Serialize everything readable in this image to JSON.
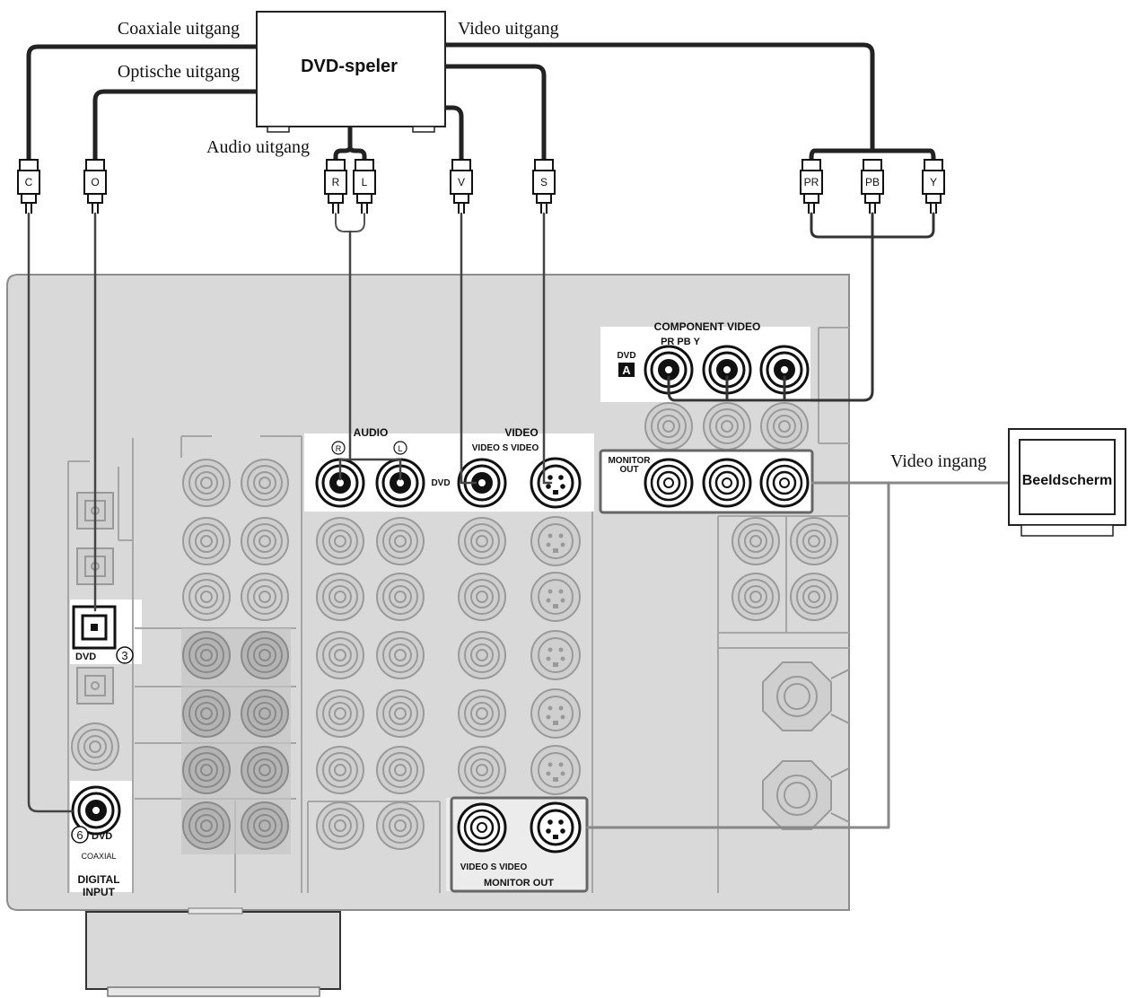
{
  "labels": {
    "coaxial_out": "Coaxiale uitgang",
    "optical_out": "Optische uitgang",
    "video_out": "Video uitgang",
    "audio_out": "Audio uitgang",
    "dvd_player": "DVD-speler",
    "video_in": "Video ingang",
    "monitor": "Beeldscherm"
  },
  "plugs": {
    "coaxial": "C",
    "optical": "O",
    "audio_r": "R",
    "audio_l": "L",
    "video": "V",
    "svideo": "S",
    "pr": "PR",
    "pb": "PB",
    "y": "Y"
  },
  "panel": {
    "component_video": "COMPONENT VIDEO",
    "component_cols": "PR PB Y",
    "component_dvd": "DVD",
    "component_a": "A",
    "audio": "AUDIO",
    "audio_r": "R",
    "audio_l": "L",
    "video": "VIDEO",
    "video_cols": "VIDEO S VIDEO",
    "dvd": "DVD",
    "monitor_out_line1": "MONITOR",
    "monitor_out_line2": "OUT",
    "optical_dvd": "DVD",
    "optical_num": "3",
    "coax_num": "6",
    "coax_dvd": "DVD",
    "coaxial": "COAXIAL",
    "digital_input_line1": "DIGITAL",
    "digital_input_line2": "INPUT",
    "bottom_video_cols": "VIDEO S VIDEO",
    "bottom_monitor_out": "MONITOR OUT"
  }
}
